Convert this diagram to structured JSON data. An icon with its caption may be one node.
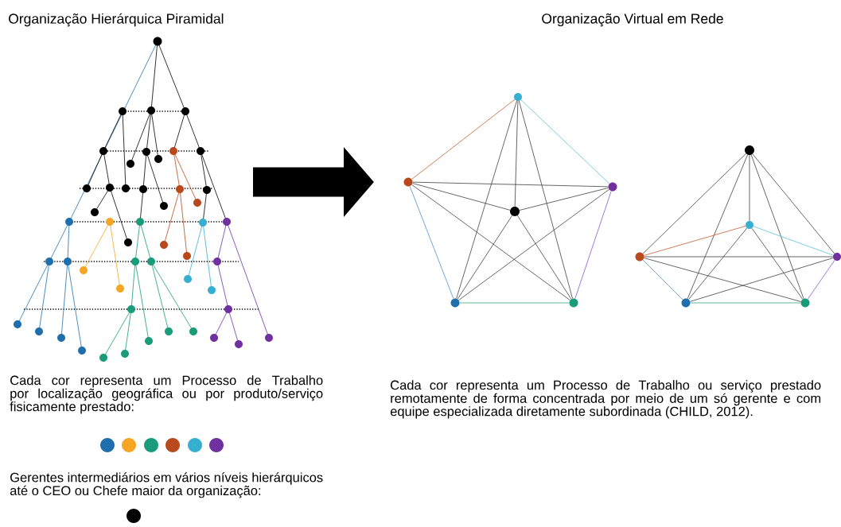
{
  "diagram": {
    "nodes": [
      {
        "text": [],
        "shape": "picture"
      },
      {
        "text": [],
        "shape": "circle"
      },
      {
        "text": [],
        "shape": "circle"
      },
      {
        "text": [],
        "shape": "circle"
      },
      {
        "text": [],
        "shape": "circle"
      },
      {
        "text": [],
        "shape": "circle"
      },
      {
        "text": [],
        "shape": "circle"
      },
      {
        "text": [],
        "shape": "circle"
      },
      {
        "text": [],
        "shape": "circle"
      },
      {
        "text": [],
        "shape": "circle"
      },
      {
        "text": [],
        "shape": "circle"
      },
      {
        "text": [],
        "shape": "circle"
      },
      {
        "text": [],
        "shape": "circle"
      }
    ],
    "edges": [
      {
        "from": 0,
        "to": null,
        "arrow": "to",
        "style": "thick"
      },
      {
        "from": 1,
        "to": 2,
        "arrow": "none",
        "color": "#c0602f"
      },
      {
        "from": 1,
        "to": 3,
        "arrow": "none",
        "color": "#5bbfd9"
      },
      {
        "from": 1,
        "to": 4,
        "arrow": "none"
      },
      {
        "from": 1,
        "to": 5,
        "arrow": "none"
      },
      {
        "from": 1,
        "to": 6,
        "arrow": "none"
      },
      {
        "from": 2,
        "to": 3,
        "arrow": "none"
      },
      {
        "from": 2,
        "to": 4,
        "arrow": "none"
      },
      {
        "from": 2,
        "to": 5,
        "arrow": "none",
        "color": "#4f8fc8"
      },
      {
        "from": 2,
        "to": 6,
        "arrow": "none"
      },
      {
        "from": 3,
        "to": 4,
        "arrow": "none"
      },
      {
        "from": 3,
        "to": 5,
        "arrow": "none"
      },
      {
        "from": 3,
        "to": 6,
        "arrow": "none",
        "color": "#8a55c8"
      },
      {
        "from": 4,
        "to": 5,
        "arrow": "none"
      },
      {
        "from": 4,
        "to": 6,
        "arrow": "none"
      },
      {
        "from": 5,
        "to": 6,
        "arrow": "none",
        "color": "#3aa882"
      },
      {
        "from": 7,
        "to": 8,
        "arrow": "none"
      },
      {
        "from": 7,
        "to": 9,
        "arrow": "none"
      },
      {
        "from": 7,
        "to": 10,
        "arrow": "none"
      },
      {
        "from": 7,
        "to": 11,
        "arrow": "none"
      },
      {
        "from": 7,
        "to": 12,
        "arrow": "none"
      },
      {
        "from": 8,
        "to": 9,
        "arrow": "none",
        "color": "#c0602f"
      },
      {
        "from": 8,
        "to": 10,
        "arrow": "none"
      },
      {
        "from": 8,
        "to": 11,
        "arrow": "none",
        "color": "#4f8fc8"
      },
      {
        "from": 8,
        "to": 12,
        "arrow": "none"
      },
      {
        "from": 9,
        "to": 10,
        "arrow": "none",
        "color": "#5bbfd9"
      },
      {
        "from": 9,
        "to": 11,
        "arrow": "none"
      },
      {
        "from": 9,
        "to": 12,
        "arrow": "none"
      },
      {
        "from": 10,
        "to": 11,
        "arrow": "none"
      },
      {
        "from": 10,
        "to": 12,
        "arrow": "none",
        "color": "#8a55c8"
      },
      {
        "from": 11,
        "to": 12,
        "arrow": "none",
        "color": "#3aa882"
      }
    ],
    "labels": [
      "Organização Hierárquica Piramidal",
      "Organização Virtual em Rede",
      "Cada cor representa um Processo de Trabalho por localização geográfica ou por produto/serviço fisicamente prestado:",
      "Gerentes intermediários em vários níveis hierárquicos até o CEO ou Chefe maior da organização:",
      "Cada cor representa um Processo de Trabalho ou serviço prestado remotamente de forma concentrada por meio de um só gerente e com equipe especializada diretamente subordinada (CHILD, 2012)."
    ]
  }
}
